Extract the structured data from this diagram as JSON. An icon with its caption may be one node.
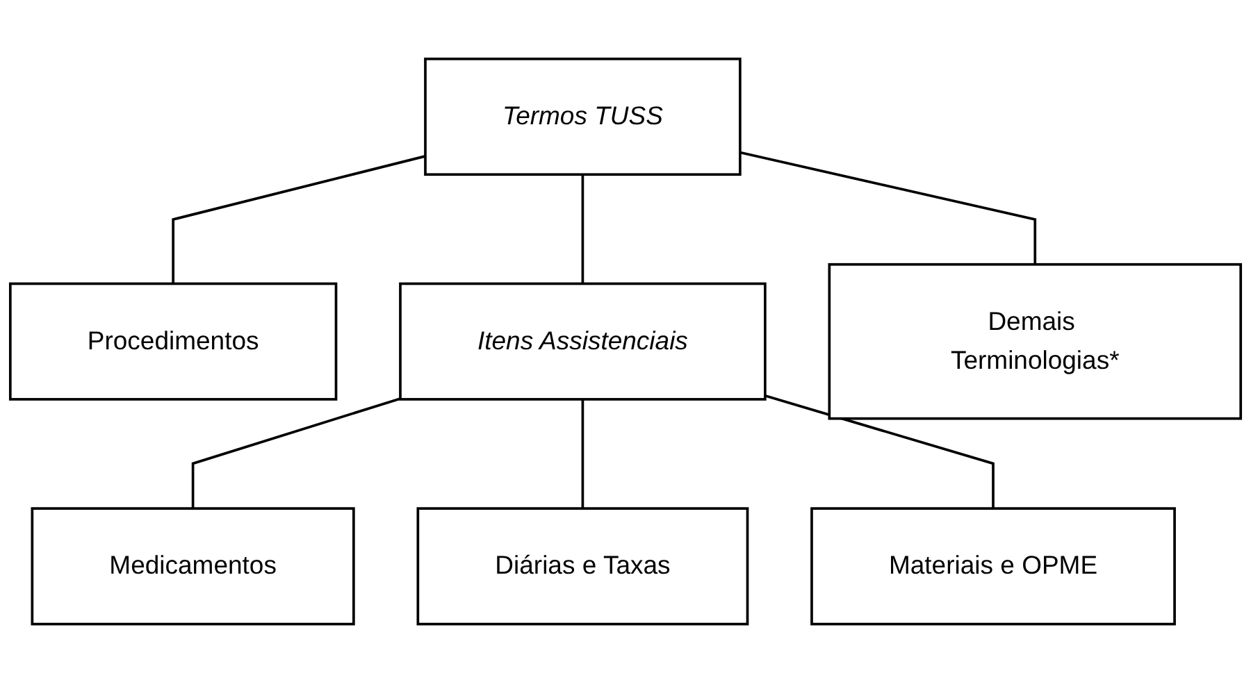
{
  "diagram": {
    "nodes": [
      {
        "text": [
          "Termos TUSS"
        ]
      },
      {
        "text": [
          "Procedimentos"
        ]
      },
      {
        "text": [
          "Itens Assistenciais"
        ]
      },
      {
        "text": [
          "Demais Terminologias*"
        ]
      },
      {
        "text": [
          "Medicamentos"
        ]
      },
      {
        "text": [
          "Diárias e Taxas"
        ]
      },
      {
        "text": [
          "Materiais e OPME"
        ]
      }
    ],
    "edges": [
      {
        "from": 0,
        "to": 1,
        "arrow": "none"
      },
      {
        "from": 0,
        "to": 2,
        "arrow": "none"
      },
      {
        "from": 0,
        "to": 3,
        "arrow": "none"
      },
      {
        "from": 2,
        "to": 4,
        "arrow": "none"
      },
      {
        "from": 2,
        "to": 5,
        "arrow": "none"
      },
      {
        "from": 2,
        "to": 6,
        "arrow": "none"
      }
    ]
  }
}
